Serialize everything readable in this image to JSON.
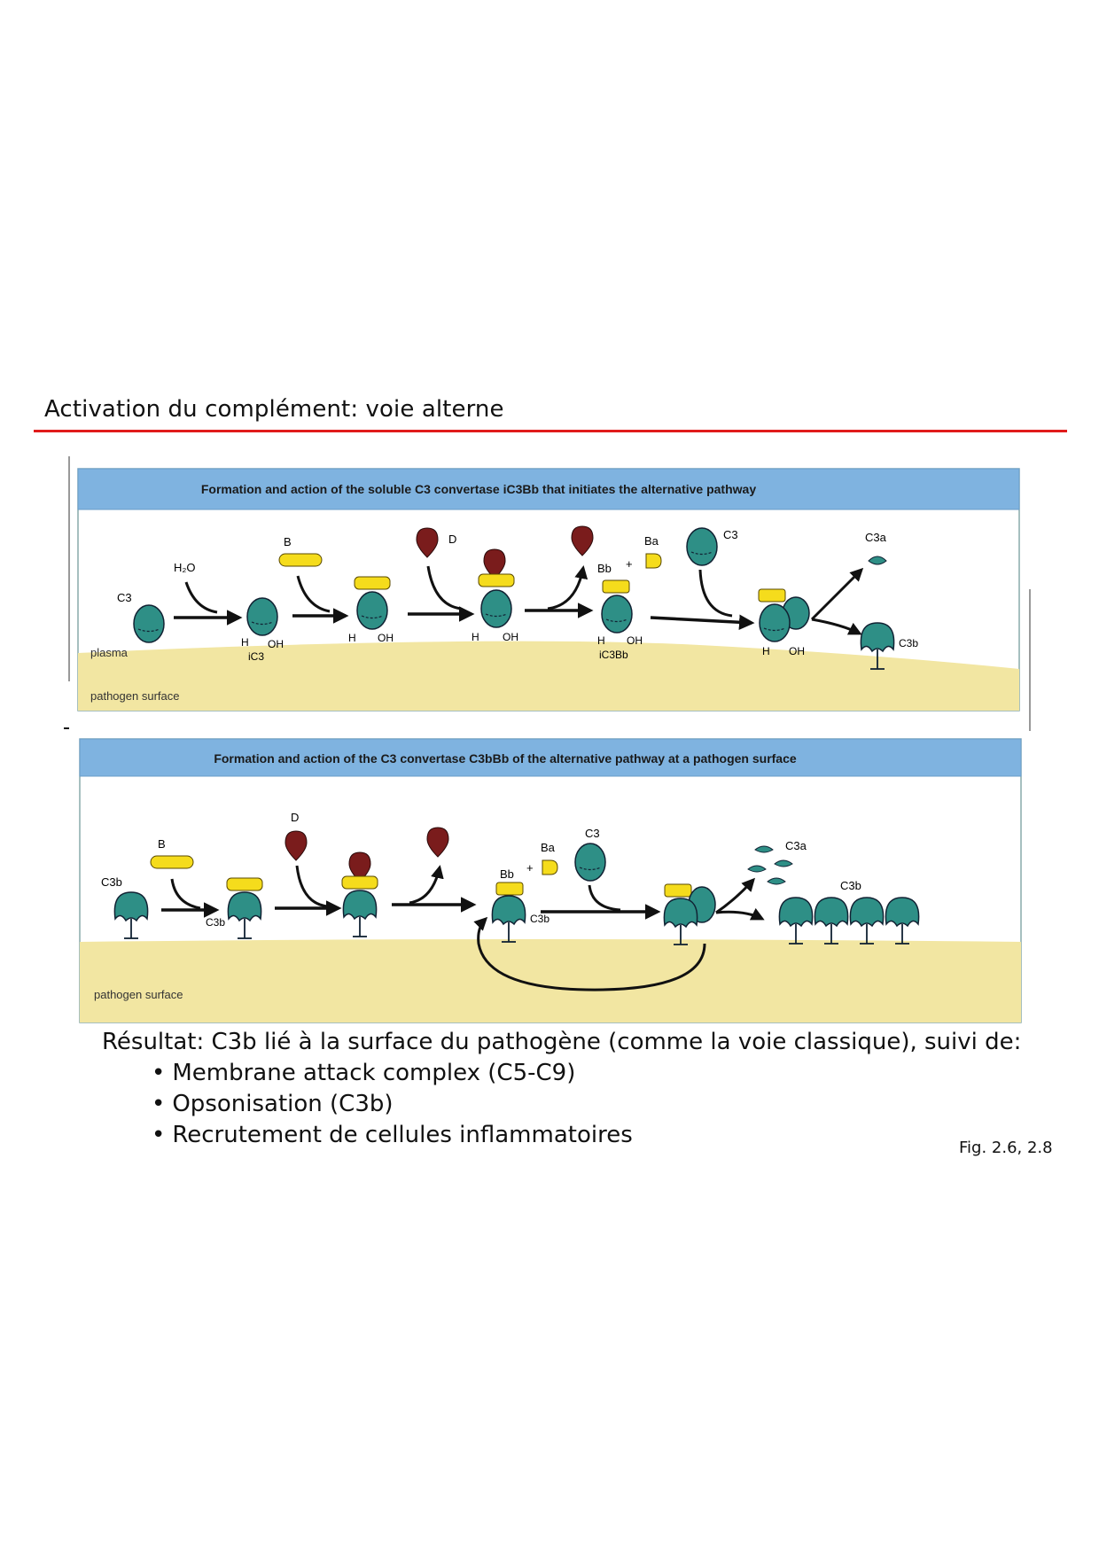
{
  "slide": {
    "title": "Activation du complément: voie alterne",
    "figure_ref": "Fig. 2.6, 2.8"
  },
  "colors": {
    "accent_rule": "#e01b1b",
    "header_blue": "#7fb3e0",
    "surface_yellow": "#f2e6a2",
    "c3_teal": "#2e8f86",
    "factor_b_yellow": "#f5dc1c",
    "factor_d_maroon": "#7a1c1c"
  },
  "panel_top": {
    "header": "Formation and action of the soluble C3 convertase iC3Bb that initiates the alternative pathway",
    "labels": {
      "c3": "C3",
      "h2o": "H₂O",
      "b": "B",
      "d": "D",
      "ba": "Ba",
      "bb": "Bb",
      "plus": "+",
      "c3_right": "C3",
      "c3a": "C3a",
      "c3b": "C3b",
      "plasma": "plasma",
      "ic3": "iC3",
      "ic3bb": "iC3Bb",
      "h": "H",
      "oh": "OH",
      "surface": "pathogen surface"
    }
  },
  "panel_bottom": {
    "header": "Formation and action of the C3 convertase C3bBb of the alternative pathway at a pathogen surface",
    "labels": {
      "c3b_left": "C3b",
      "b": "B",
      "c3b_small": "C3b",
      "d": "D",
      "ba": "Ba",
      "bb": "Bb",
      "plus": "+",
      "c3b_mid": "C3b",
      "c3": "C3",
      "c3a": "C3a",
      "c3b_right": "C3b",
      "surface": "pathogen surface"
    }
  },
  "result": {
    "intro": "Résultat: C3b lié à la surface du pathogène (comme la voie classique), suivi de:",
    "bullets": [
      "Membrane attack complex (C5-C9)",
      "Opsonisation (C3b)",
      "Recrutement de cellules inflammatoires"
    ]
  }
}
